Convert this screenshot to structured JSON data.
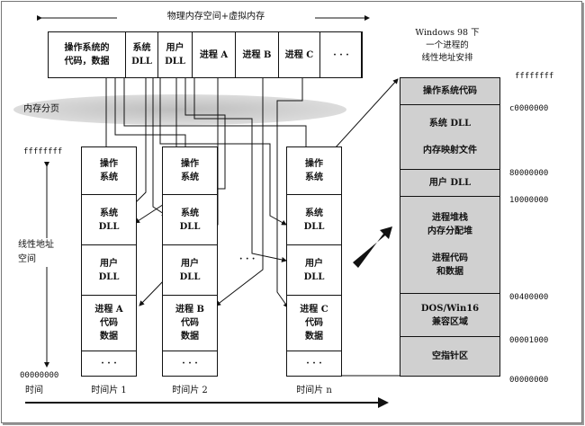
{
  "top_bar": {
    "title": "物理内存空间+虚拟内存",
    "cells": [
      "操作系统的\n代码，数据",
      "系统\nDLL",
      "用户\nDLL",
      "进程 A",
      "进程 B",
      "进程 C",
      "· · ·"
    ]
  },
  "paging_label": "内存分页",
  "left_axis": {
    "top_addr": "ffffffff",
    "bottom_addr": "00000000",
    "label": "线性地址\n空间",
    "time_label": "时间"
  },
  "slices": [
    {
      "cells": [
        "操作\n系统",
        "系统\nDLL",
        "用户\nDLL",
        "进程 A\n代码\n数据",
        "· · ·"
      ],
      "label": "时间片 1"
    },
    {
      "cells": [
        "操作\n系统",
        "系统\nDLL",
        "用户\nDLL",
        "进程 B\n代码\n数据",
        "· · ·"
      ],
      "label": "时间片 2"
    },
    {
      "cells": [
        "操作\n系统",
        "系统\nDLL",
        "用户\nDLL",
        "进程 C\n代码\n数据",
        "· · ·"
      ],
      "label": "时间片 n"
    }
  ],
  "between_dots": "· · ·",
  "right_panel": {
    "title": "Windows 98 下\n一个进程的\n线性地址安排",
    "top_addr": "ffffffff",
    "rows": [
      "操作系统代码",
      "系统 DLL\n\n内存映射文件",
      "用户 DLL",
      "进程堆栈\n内存分配堆\n\n进程代码\n和数据",
      "DOS/Win16\n兼容区域",
      "空指针区"
    ],
    "addrs": [
      "c0000000",
      "80000000",
      "10000000",
      "00400000",
      "00001000",
      "00000000"
    ]
  }
}
